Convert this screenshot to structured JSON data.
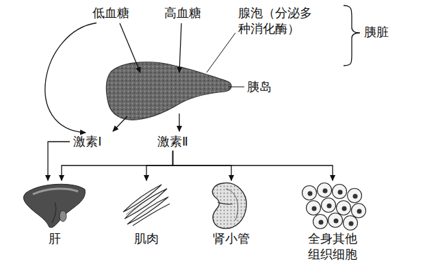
{
  "diagram": {
    "nodes": [
      {
        "text": [
          "低血糖"
        ]
      },
      {
        "text": [
          "高血糖"
        ]
      },
      {
        "text": [
          "激素Ⅰ"
        ]
      },
      {
        "text": [
          "激素Ⅱ"
        ]
      },
      {
        "text": [
          "肝"
        ]
      },
      {
        "text": [
          "肌肉"
        ]
      },
      {
        "text": [
          "肾小管"
        ]
      },
      {
        "text": [
          "全身其他组织细胞"
        ]
      }
    ],
    "edges": [
      {
        "from": 0,
        "to": 2,
        "arrow": "to"
      },
      {
        "from": 2,
        "to": 4,
        "arrow": "to"
      },
      {
        "from": 3,
        "to": 4,
        "arrow": "to"
      },
      {
        "from": 3,
        "to": 5,
        "arrow": "to"
      },
      {
        "from": 3,
        "to": 6,
        "arrow": "to"
      },
      {
        "from": 3,
        "to": 7,
        "arrow": "to"
      }
    ],
    "labels": [
      "腺泡（分泌多种消化酶）",
      "胰岛",
      "胰脏"
    ]
  }
}
